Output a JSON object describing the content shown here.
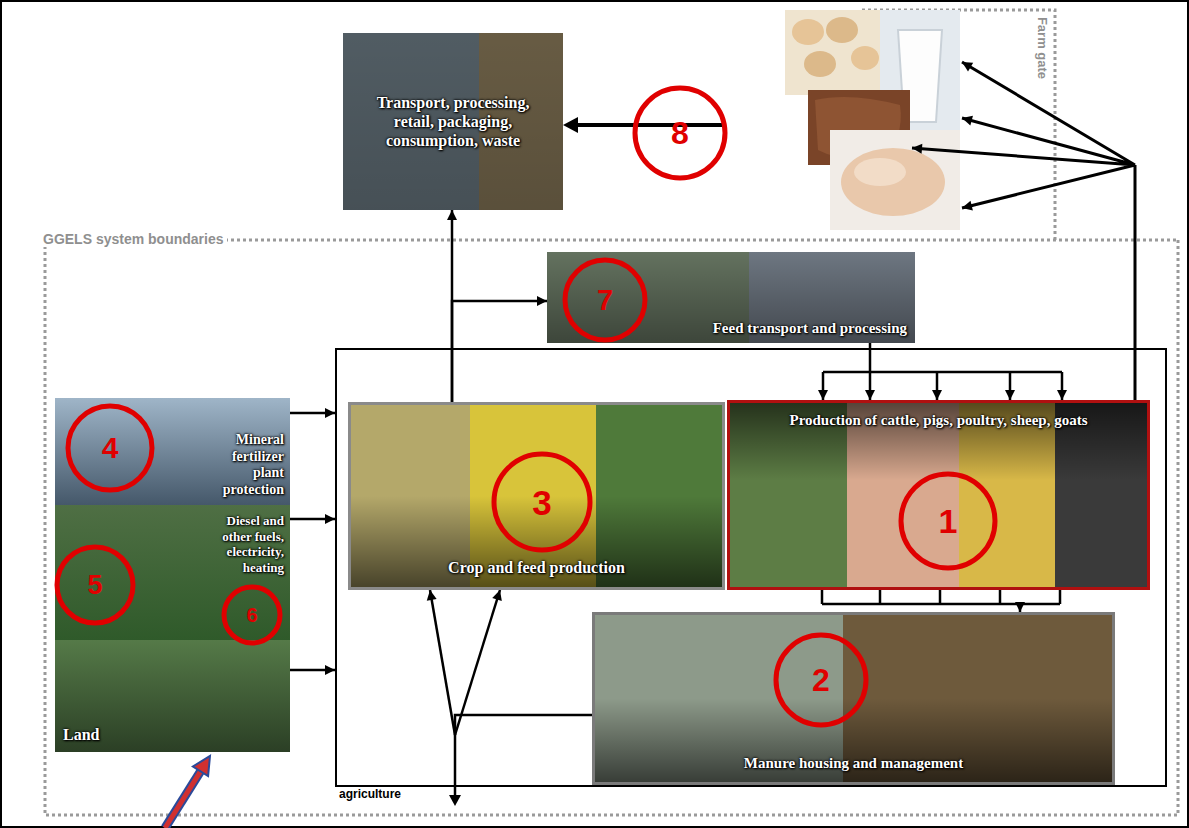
{
  "diagram": {
    "nodes": [
      {
        "text": [
          "Transport, processing, retail, packaging, consumption, waste"
        ]
      },
      {
        "text": [
          "Feed transport and processing"
        ]
      },
      {
        "text": [
          "agriculture"
        ]
      },
      {
        "text": [
          "Crop and feed production"
        ],
        "in": 2
      },
      {
        "text": [
          "Production of cattle, pigs, poultry, sheep, goats"
        ],
        "in": 2
      },
      {
        "text": [
          "Manure housing and management"
        ],
        "in": 2
      },
      {
        "text": [
          "Mineral fertilizer plant protection"
        ]
      },
      {
        "text": [
          "Diesel and other fuels, electricity, heating"
        ]
      },
      {
        "text": [
          "Land"
        ]
      }
    ],
    "edges": [
      {
        "from": 6,
        "to": 2,
        "arrow": "to"
      },
      {
        "from": 7,
        "to": 2,
        "arrow": "to"
      },
      {
        "from": 8,
        "to": 2,
        "arrow": "to"
      },
      {
        "from": 3,
        "to": 0,
        "arrow": "to"
      },
      {
        "from": 3,
        "to": 1,
        "arrow": "to"
      },
      {
        "from": 1,
        "to": 4,
        "arrow": "to"
      },
      {
        "from": 4,
        "to": 5,
        "arrow": "to"
      },
      {
        "from": 5,
        "to": 3,
        "arrow": "to"
      }
    ],
    "labels": [
      "GGELS system boundaries",
      "Farm gate",
      "1",
      "2",
      "3",
      "4",
      "5",
      "6",
      "7",
      "8"
    ]
  }
}
